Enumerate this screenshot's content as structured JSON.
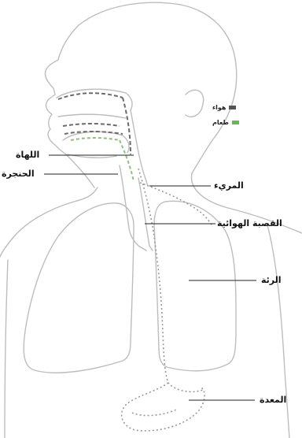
{
  "legend": [
    {
      "label": "هواء",
      "color": "#555555",
      "icon": "air-swatch"
    },
    {
      "label": "طعام",
      "color": "#6cb35a",
      "icon": "food-swatch"
    }
  ],
  "labels": {
    "epiglottis": "اللهاة",
    "larynx": "الحنجرة",
    "esophagus": "المريء",
    "trachea": "القصبة الهوائية",
    "lung": "الرئة",
    "stomach": "المعدة"
  },
  "colors": {
    "outline": "#bdbdbd",
    "air_path": "#6b6b6b",
    "food_path": "#8fc07a",
    "leader": "#222222"
  }
}
